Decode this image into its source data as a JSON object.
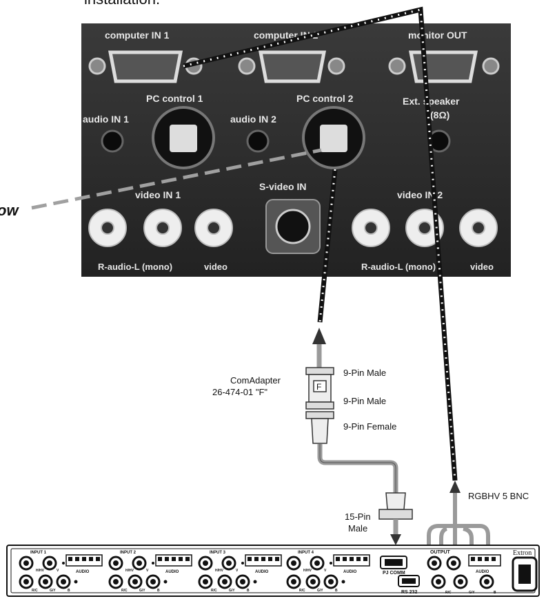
{
  "caption_top": "installation.",
  "caption_left": "ow",
  "projector_panel": {
    "labels": {
      "computer_in1": "computer IN 1",
      "computer_in2": "computer IN 2",
      "monitor_out": "monitor OUT",
      "pc_control1": "PC control 1",
      "pc_control2": "PC control 2",
      "ext_speaker": "Ext. speaker",
      "ext_speaker_ohm": "(8Ω)",
      "audio_in1": "audio IN 1",
      "audio_in2": "audio IN 2",
      "video_in1": "video IN 1",
      "svideo_in": "S-video IN",
      "video_in2": "video IN 2",
      "r_audio_l_1": "R-audio-L (mono)",
      "video_1": "video",
      "r_audio_l_2": "R-audio-L (mono)",
      "video_2": "video"
    }
  },
  "comadapter": {
    "name": "ComAdapter",
    "part": "26-474-01  \"F\"",
    "letter": "F",
    "pin_male_top": "9-Pin Male",
    "pin_male_bottom": "9-Pin Male",
    "pin_female": "9-Pin Female"
  },
  "cable_15pin": {
    "line1": "15-Pin",
    "line2": "Male"
  },
  "rgbhv_label": "RGBHV  5 BNC",
  "switcher": {
    "inputs": [
      "INPUT 1",
      "INPUT 2",
      "INPUT 3",
      "INPUT 4"
    ],
    "sub_labels": {
      "hhv": "H/HV",
      "v": "V",
      "rc": "R/C",
      "gy": "G/Y",
      "b": "B",
      "audio": "AUDIO"
    },
    "pj_comm": "PJ COMM",
    "rs232": "RS 232",
    "output": "OUTPUT",
    "brand": "Extron"
  },
  "colors": {
    "panel": "#2e2e2e",
    "cable_gray": "#9a9a9a",
    "dashed_gray": "#a0a0a0"
  }
}
